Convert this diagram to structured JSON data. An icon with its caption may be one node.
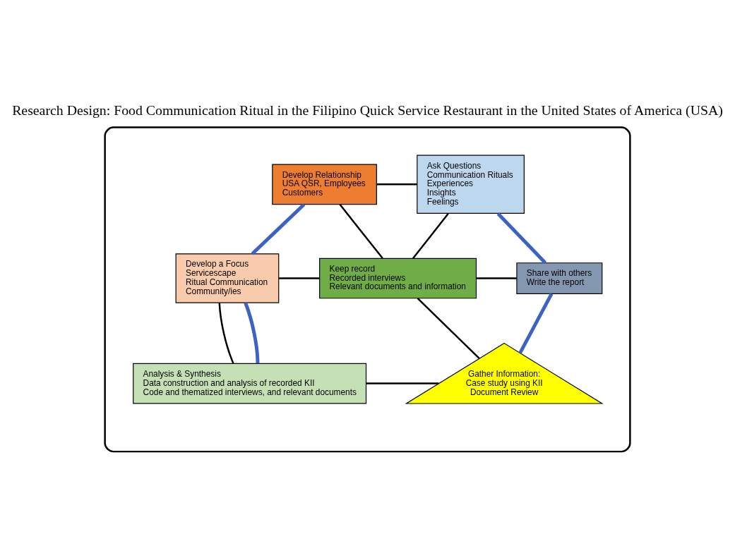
{
  "diagram": {
    "title": "Research Design: Food Communication Ritual in the Filipino Quick Service Restaurant in the United States of America (USA)",
    "nodes": [
      {
        "text": [],
        "shape": "ellipse"
      },
      {
        "text": [
          "Develop Relationship",
          "USA QSR, Employees",
          "Customers"
        ],
        "in": 0
      },
      {
        "text": [
          "Ask Questions",
          "Communication Rituals",
          "Experiences",
          "Insights",
          "Feelings"
        ],
        "in": 0
      },
      {
        "text": [
          "Develop a Focus",
          "Servicescape",
          "Ritual Communication",
          "Community/ies"
        ],
        "in": 0
      },
      {
        "text": [
          "Keep record",
          "Recorded interviews",
          "Relevant documents and information"
        ],
        "in": 0
      },
      {
        "text": [
          "Share with others",
          "Write the report"
        ],
        "in": 0
      },
      {
        "text": [
          "Analysis & Synthesis",
          "Data construction and analysis of recorded KII",
          "Code and thematized interviews, and relevant documents"
        ],
        "in": 0
      },
      {
        "text": [
          "Gather Information:",
          "Case study using KII",
          "Document Review"
        ],
        "in": 0
      }
    ],
    "edges": [
      {
        "from": 1,
        "to": 2,
        "arrow": "none"
      },
      {
        "from": 1,
        "to": 4,
        "arrow": "none"
      },
      {
        "from": 2,
        "to": 4,
        "arrow": "none"
      },
      {
        "from": 3,
        "to": 4,
        "arrow": "none"
      },
      {
        "from": 4,
        "to": 5,
        "arrow": "none"
      },
      {
        "from": 3,
        "to": 6,
        "arrow": "none"
      },
      {
        "from": 4,
        "to": 7,
        "arrow": "none"
      },
      {
        "from": 6,
        "to": 7,
        "arrow": "none"
      },
      {
        "from": 1,
        "to": 3,
        "arrow": "none",
        "style": "thick",
        "color": "#3d62c4"
      },
      {
        "from": 3,
        "to": 6,
        "arrow": "none",
        "style": "thick",
        "color": "#3d62c4"
      },
      {
        "from": 2,
        "to": 5,
        "arrow": "none",
        "style": "thick",
        "color": "#3d62c4"
      },
      {
        "from": 5,
        "to": 7,
        "arrow": "none",
        "style": "thick",
        "color": "#3d62c4"
      }
    ]
  }
}
